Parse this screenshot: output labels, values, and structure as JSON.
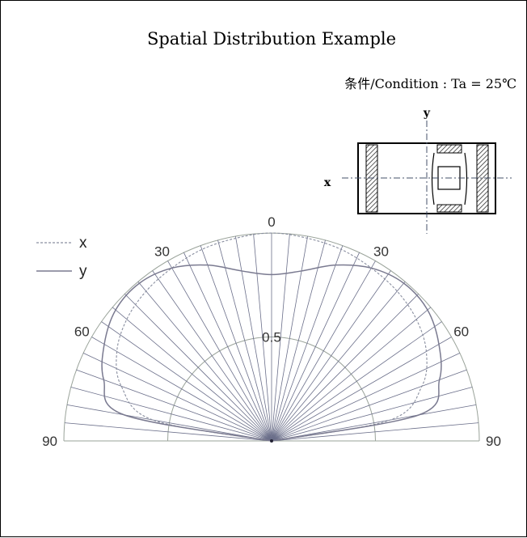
{
  "chart_data": {
    "type": "polar-half",
    "title": "Spatial Distribution Example",
    "condition": "条件/Condition : Ta = 25℃",
    "angle_ticks": [
      {
        "label": "0",
        "angle": 0
      },
      {
        "label": "30",
        "angle": -30
      },
      {
        "label": "30",
        "angle": 30
      },
      {
        "label": "60",
        "angle": -60
      },
      {
        "label": "60",
        "angle": 60
      },
      {
        "label": "90",
        "angle": -90
      },
      {
        "label": "90",
        "angle": 90
      }
    ],
    "radial_tick": "0.5",
    "radial_range": [
      0,
      1
    ],
    "legend": [
      {
        "name": "x",
        "style": "dashed"
      },
      {
        "name": "y",
        "style": "solid"
      }
    ],
    "package_labels": {
      "x_axis": "x",
      "y_axis": "y"
    },
    "series": [
      {
        "name": "x",
        "angles": [
          -90,
          -80,
          -70,
          -60,
          -50,
          -40,
          -30,
          -20,
          -10,
          0,
          10,
          20,
          30,
          40,
          50,
          60,
          70,
          80,
          90
        ],
        "values": [
          0.0,
          0.58,
          0.77,
          0.86,
          0.91,
          0.94,
          0.96,
          0.98,
          0.99,
          1.0,
          0.99,
          0.98,
          0.96,
          0.94,
          0.91,
          0.86,
          0.77,
          0.58,
          0.0
        ]
      },
      {
        "name": "y",
        "angles": [
          -90,
          -80,
          -70,
          -60,
          -50,
          -40,
          -30,
          -20,
          -10,
          0,
          10,
          20,
          30,
          40,
          50,
          60,
          70,
          80,
          90
        ],
        "values": [
          0.0,
          0.72,
          0.86,
          0.93,
          0.98,
          0.99,
          0.96,
          0.9,
          0.83,
          0.8,
          0.83,
          0.9,
          0.96,
          0.99,
          0.98,
          0.93,
          0.86,
          0.72,
          0.0
        ]
      }
    ],
    "colors": {
      "x": "#8a8fa0",
      "y": "#7a7a90",
      "grid": "#9aa39a",
      "spokes": "#6b6f8a"
    },
    "grid": true
  }
}
